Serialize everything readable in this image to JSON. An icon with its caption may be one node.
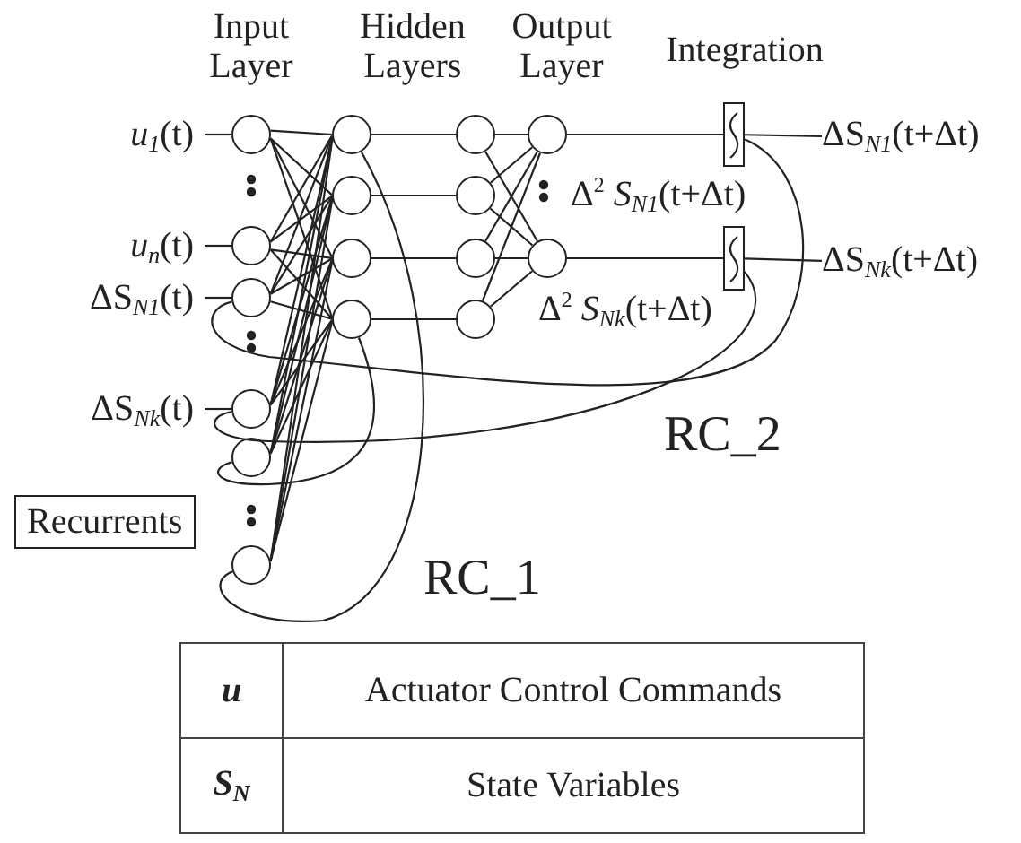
{
  "diagram": {
    "nodes": [
      {
        "text": [],
        "shape": "circle",
        "beside": [
          "*u*$_{1}$(t)"
        ]
      },
      {
        "text": [],
        "shape": "circle",
        "beside": [
          "*u*$_{n}$(t)"
        ]
      },
      {
        "text": [],
        "shape": "circle",
        "beside": [
          "ΔS$_{N1}$(t)"
        ]
      },
      {
        "text": [],
        "shape": "circle",
        "beside": [
          "ΔS$_{Nk}$(t)"
        ]
      },
      {
        "text": [],
        "shape": "circle"
      },
      {
        "text": [],
        "shape": "circle"
      },
      {
        "text": [
          "Recurrents"
        ]
      },
      {
        "text": [],
        "shape": "circle"
      },
      {
        "text": [],
        "shape": "circle"
      },
      {
        "text": [],
        "shape": "circle"
      },
      {
        "text": [],
        "shape": "circle"
      },
      {
        "text": [],
        "shape": "circle"
      },
      {
        "text": [],
        "shape": "circle"
      },
      {
        "text": [],
        "shape": "circle"
      },
      {
        "text": [],
        "shape": "circle"
      },
      {
        "text": [],
        "shape": "circle",
        "beside": [
          "Δ$^{2}$ *S*$_{N1}$(t+Δt)"
        ]
      },
      {
        "text": [],
        "shape": "circle",
        "beside": [
          "Δ$^{2}$ *S*$_{Nk}$(t+Δt)"
        ]
      },
      {
        "text": [],
        "shape": "box"
      },
      {
        "text": [],
        "shape": "box"
      },
      {
        "text": [
          "ΔS$_{N1}$(t+Δt)"
        ]
      },
      {
        "text": [
          "ΔS$_{Nk}$(t+Δt)"
        ]
      }
    ],
    "edges": [
      {
        "from": null,
        "to": 0,
        "arrow": "none"
      },
      {
        "from": null,
        "to": 1,
        "arrow": "none"
      },
      {
        "from": null,
        "to": 2,
        "arrow": "none"
      },
      {
        "from": null,
        "to": 3,
        "arrow": "none"
      },
      {
        "from": 0,
        "to": 7,
        "arrow": "none"
      },
      {
        "from": 0,
        "to": 8,
        "arrow": "none"
      },
      {
        "from": 0,
        "to": 9,
        "arrow": "none"
      },
      {
        "from": 0,
        "to": 10,
        "arrow": "none"
      },
      {
        "from": 1,
        "to": 7,
        "arrow": "none"
      },
      {
        "from": 1,
        "to": 8,
        "arrow": "none"
      },
      {
        "from": 1,
        "to": 9,
        "arrow": "none"
      },
      {
        "from": 1,
        "to": 10,
        "arrow": "none"
      },
      {
        "from": 2,
        "to": 7,
        "arrow": "none"
      },
      {
        "from": 2,
        "to": 8,
        "arrow": "none"
      },
      {
        "from": 2,
        "to": 9,
        "arrow": "none"
      },
      {
        "from": 2,
        "to": 10,
        "arrow": "none"
      },
      {
        "from": 3,
        "to": 7,
        "arrow": "none"
      },
      {
        "from": 3,
        "to": 8,
        "arrow": "none"
      },
      {
        "from": 3,
        "to": 9,
        "arrow": "none"
      },
      {
        "from": 3,
        "to": 10,
        "arrow": "none"
      },
      {
        "from": 4,
        "to": 7,
        "arrow": "none"
      },
      {
        "from": 4,
        "to": 8,
        "arrow": "none"
      },
      {
        "from": 4,
        "to": 9,
        "arrow": "none"
      },
      {
        "from": 4,
        "to": 10,
        "arrow": "none"
      },
      {
        "from": 5,
        "to": 7,
        "arrow": "none"
      },
      {
        "from": 5,
        "to": 8,
        "arrow": "none"
      },
      {
        "from": 5,
        "to": 9,
        "arrow": "none"
      },
      {
        "from": 5,
        "to": 10,
        "arrow": "none"
      },
      {
        "from": 7,
        "to": 11,
        "arrow": "none"
      },
      {
        "from": 8,
        "to": 12,
        "arrow": "none"
      },
      {
        "from": 9,
        "to": 13,
        "arrow": "none"
      },
      {
        "from": 10,
        "to": 14,
        "arrow": "none"
      },
      {
        "from": 11,
        "to": 15,
        "arrow": "none"
      },
      {
        "from": 11,
        "to": 16,
        "arrow": "none"
      },
      {
        "from": 12,
        "to": 15,
        "arrow": "none"
      },
      {
        "from": 12,
        "to": 16,
        "arrow": "none"
      },
      {
        "from": 13,
        "to": 15,
        "arrow": "none"
      },
      {
        "from": 13,
        "to": 16,
        "arrow": "none"
      },
      {
        "from": 14,
        "to": 15,
        "arrow": "none"
      },
      {
        "from": 14,
        "to": 16,
        "arrow": "none"
      },
      {
        "from": 15,
        "to": 17,
        "arrow": "none"
      },
      {
        "from": 16,
        "to": 18,
        "arrow": "none"
      },
      {
        "from": 17,
        "to": 19,
        "arrow": "none"
      },
      {
        "from": 18,
        "to": 20,
        "arrow": "none"
      },
      {
        "from": 17,
        "to": 2,
        "arrow": "none"
      },
      {
        "from": 18,
        "to": 3,
        "arrow": "none"
      },
      {
        "from": 7,
        "to": 5,
        "arrow": "none"
      },
      {
        "from": 10,
        "to": 4,
        "arrow": "none"
      }
    ],
    "labels": [
      "Input Layer",
      "Hidden Layers",
      "Output Layer",
      "Integration",
      "RC_2",
      "RC_1",
      "*u*",
      "Actuator Control Commands",
      "*S*$_{N}$",
      "State Variables"
    ]
  }
}
